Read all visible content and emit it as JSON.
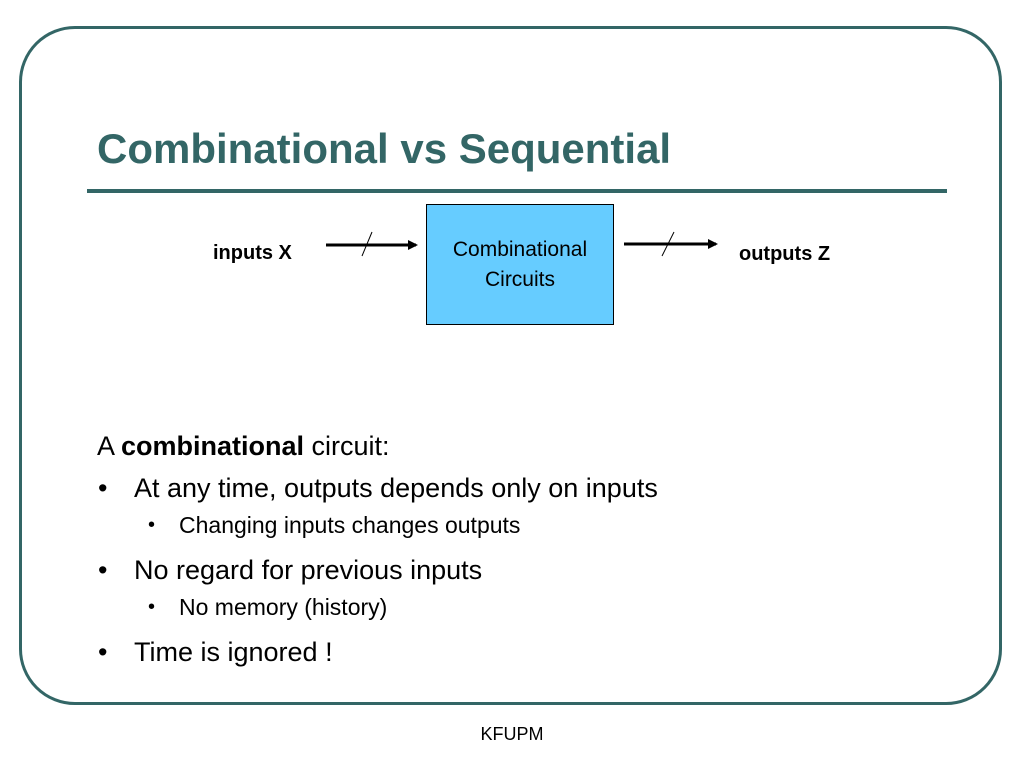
{
  "slide": {
    "title": "Combinational vs Sequential",
    "footer": "KFUPM"
  },
  "diagram": {
    "input_label": "inputs X",
    "output_label": "outputs Z",
    "block_label": "Combinational Circuits"
  },
  "content": {
    "intro_prefix": "A ",
    "intro_bold": "combinational",
    "intro_suffix": " circuit:",
    "bullets": [
      {
        "text": "At any time, outputs depends only on inputs",
        "sub": [
          "Changing inputs changes outputs"
        ]
      },
      {
        "text": "No regard for previous inputs",
        "sub": [
          "No memory (history)"
        ]
      },
      {
        "text": "Time is ignored !",
        "sub": []
      }
    ]
  },
  "colors": {
    "accent": "#336666",
    "block_fill": "#66ccff"
  }
}
